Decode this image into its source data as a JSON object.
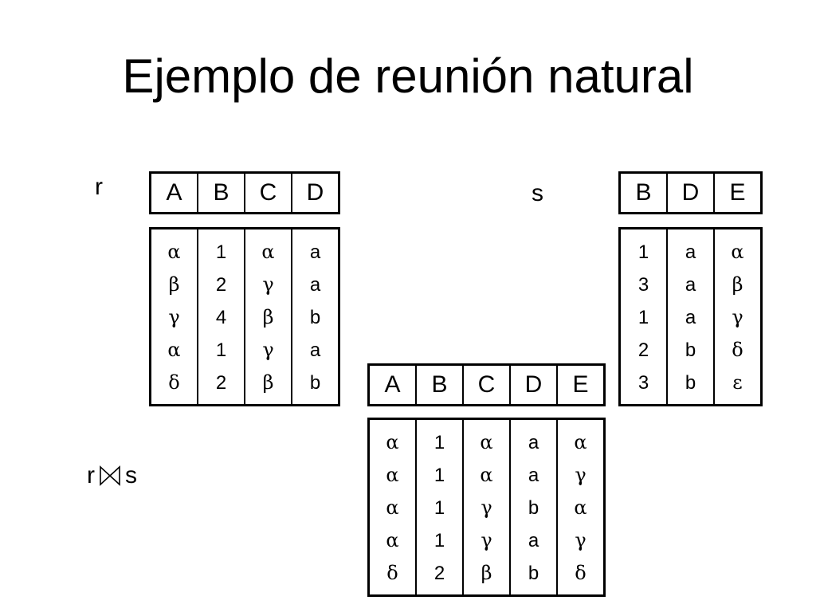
{
  "title": "Ejemplo de reunión natural",
  "relation_r": {
    "name": "r",
    "columns": [
      "A",
      "B",
      "C",
      "D"
    ],
    "rows": [
      [
        "α",
        "1",
        "α",
        "a"
      ],
      [
        "β",
        "2",
        "γ",
        "a"
      ],
      [
        "γ",
        "4",
        "β",
        "b"
      ],
      [
        "α",
        "1",
        "γ",
        "a"
      ],
      [
        "δ",
        "2",
        "β",
        "b"
      ]
    ]
  },
  "relation_s": {
    "name": "s",
    "columns": [
      "B",
      "D",
      "E"
    ],
    "rows": [
      [
        "1",
        "a",
        "α"
      ],
      [
        "3",
        "a",
        "β"
      ],
      [
        "1",
        "a",
        "γ"
      ],
      [
        "2",
        "b",
        "δ"
      ],
      [
        "3",
        "b",
        "ε"
      ]
    ]
  },
  "join_result": {
    "label_left": "r",
    "label_right": "s",
    "operator_icon": "natural-join-bowtie",
    "columns": [
      "A",
      "B",
      "C",
      "D",
      "E"
    ],
    "rows": [
      [
        "α",
        "1",
        "α",
        "a",
        "α"
      ],
      [
        "α",
        "1",
        "α",
        "a",
        "γ"
      ],
      [
        "α",
        "1",
        "γ",
        "b",
        "α"
      ],
      [
        "α",
        "1",
        "γ",
        "a",
        "γ"
      ],
      [
        "δ",
        "2",
        "β",
        "b",
        "δ"
      ]
    ]
  }
}
